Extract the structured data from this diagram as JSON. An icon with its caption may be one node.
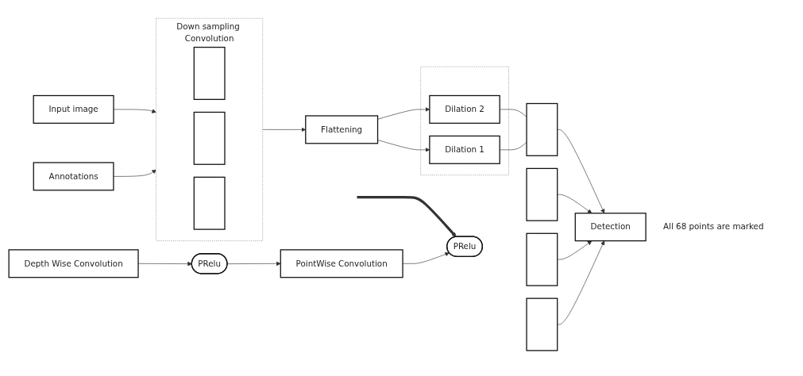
{
  "diagram": {
    "nodes": [
      {
        "text": [
          "Input image"
        ]
      },
      {
        "text": [
          "Annotations"
        ]
      },
      {
        "text": [
          "Down sampling Convolution"
        ]
      },
      {
        "text": [],
        "shape": "bar",
        "in": 2
      },
      {
        "text": [],
        "shape": "bar",
        "in": 2
      },
      {
        "text": [],
        "shape": "bar",
        "in": 2
      },
      {
        "text": [
          "Flattening"
        ]
      },
      {
        "text": [],
        "shape": "box"
      },
      {
        "text": [
          "Dilation 2"
        ],
        "in": 7
      },
      {
        "text": [
          "Dilation 1"
        ],
        "in": 7
      },
      {
        "text": [],
        "shape": "bar"
      },
      {
        "text": [],
        "shape": "bar"
      },
      {
        "text": [],
        "shape": "bar"
      },
      {
        "text": [],
        "shape": "bar"
      },
      {
        "text": [
          "Detection"
        ],
        "beside": [
          "All 68 points are marked"
        ]
      },
      {
        "text": [
          "Depth Wise Convolution"
        ]
      },
      {
        "text": [
          "PRelu"
        ]
      },
      {
        "text": [
          "PointWise Convolution"
        ]
      },
      {
        "text": [
          "PRelu"
        ]
      }
    ],
    "edges": [
      {
        "from": 0,
        "to": 2,
        "arrow": "to"
      },
      {
        "from": 1,
        "to": 2,
        "arrow": "to"
      },
      {
        "from": 2,
        "to": 6,
        "arrow": "to"
      },
      {
        "from": 6,
        "to": 8,
        "arrow": "to"
      },
      {
        "from": 6,
        "to": 9,
        "arrow": "to"
      },
      {
        "from": 8,
        "to": 10,
        "arrow": "none"
      },
      {
        "from": 9,
        "to": 10,
        "arrow": "none"
      },
      {
        "from": 10,
        "to": 14,
        "arrow": "to"
      },
      {
        "from": 11,
        "to": 14,
        "arrow": "to"
      },
      {
        "from": 12,
        "to": 14,
        "arrow": "to"
      },
      {
        "from": 13,
        "to": 14,
        "arrow": "to"
      },
      {
        "from": null,
        "to": 18,
        "arrow": "to",
        "style": "thick"
      },
      {
        "from": 15,
        "to": 16,
        "arrow": "to"
      },
      {
        "from": 16,
        "to": 17,
        "arrow": "to"
      },
      {
        "from": 17,
        "to": 18,
        "arrow": "to"
      }
    ]
  }
}
